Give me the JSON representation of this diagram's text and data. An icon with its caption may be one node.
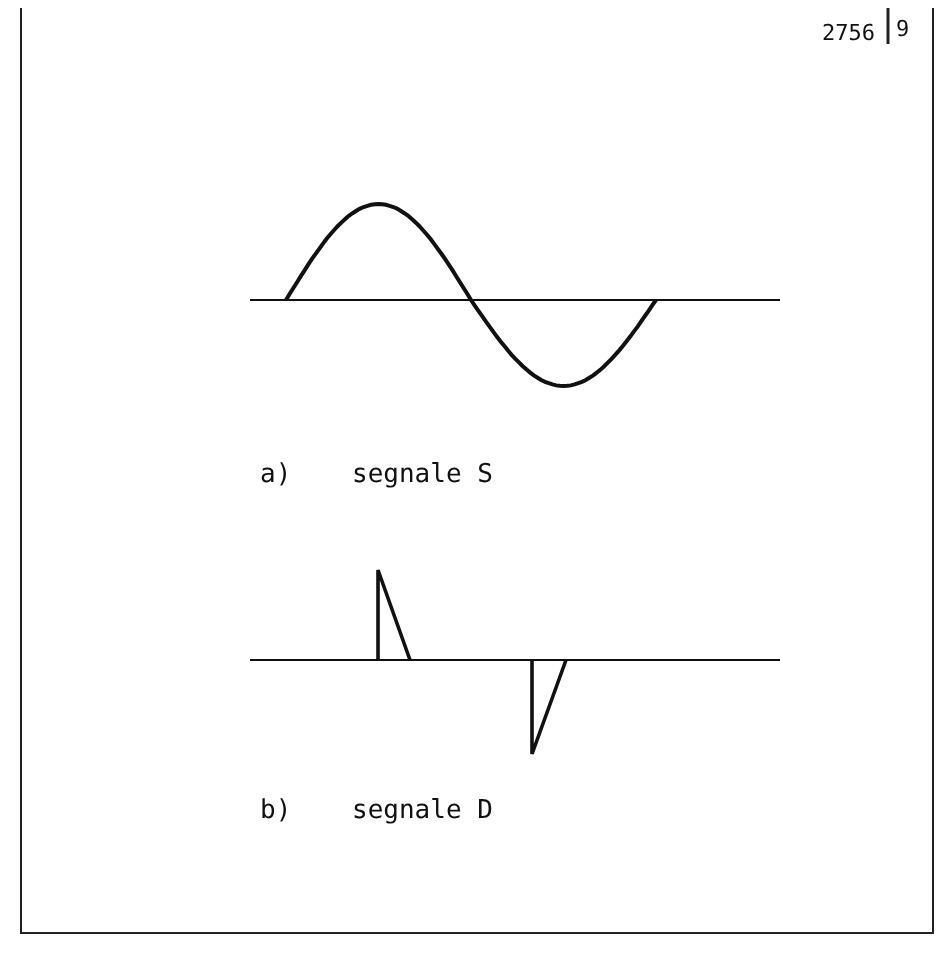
{
  "diagram": {
    "labels": [
      "2756",
      "9",
      "a)",
      "segnale S",
      "b)",
      "segnale D"
    ]
  }
}
